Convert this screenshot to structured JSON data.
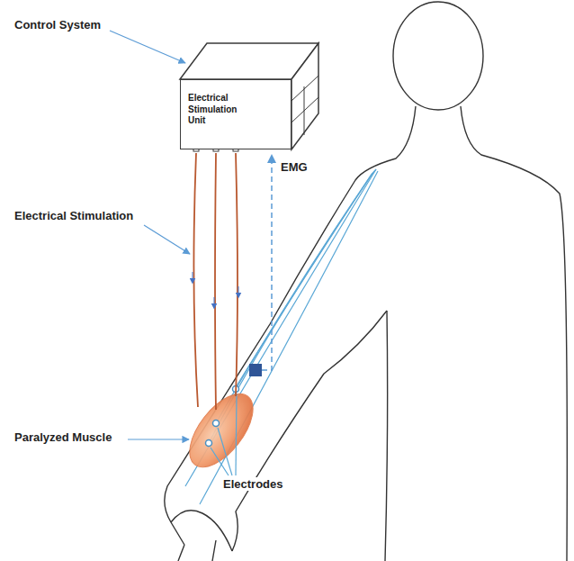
{
  "diagram": {
    "nodes": [
      {
        "text": [
          "Electrical Stimulation Unit"
        ]
      }
    ],
    "labels": [
      "Control System",
      "Electrical Stimulation",
      "EMG",
      "Paralyzed Muscle",
      "Electrodes"
    ]
  }
}
